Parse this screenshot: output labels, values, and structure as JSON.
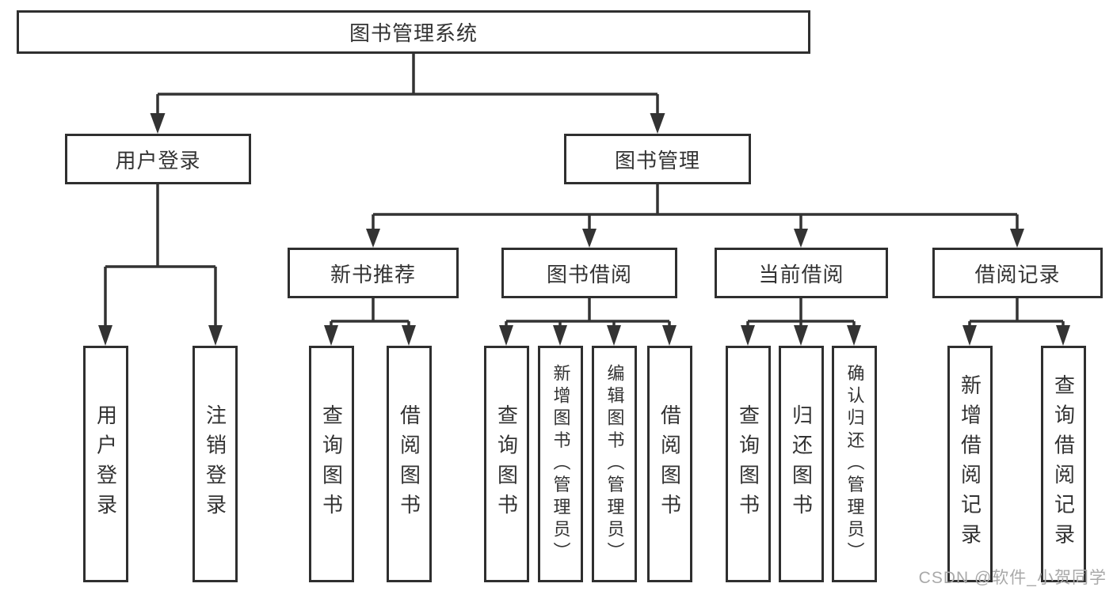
{
  "title": "图书管理系统",
  "watermark": {
    "text": "CSDN @软件_小贺同学"
  },
  "colors": {
    "background": "#ffffff",
    "box_border": "#2f2f2f",
    "connector_line": "#333333",
    "text": "#333333",
    "watermark": "#a9a9a9"
  },
  "diagram_type": "hierarchy-tree",
  "nodes": {
    "root": {
      "label": "图书管理系统"
    },
    "level2": [
      {
        "label": "用户登录",
        "parent": "图书管理系统"
      },
      {
        "label": "图书管理",
        "parent": "图书管理系统"
      }
    ],
    "level3": [
      {
        "label": "新书推荐",
        "parent": "图书管理"
      },
      {
        "label": "图书借阅",
        "parent": "图书管理"
      },
      {
        "label": "当前借阅",
        "parent": "图书管理"
      },
      {
        "label": "借阅记录",
        "parent": "图书管理"
      }
    ],
    "leaves": [
      {
        "label": "用户登录",
        "parent": "用户登录"
      },
      {
        "label": "注销登录",
        "parent": "用户登录"
      },
      {
        "label": "查询图书",
        "parent": "新书推荐"
      },
      {
        "label": "借阅图书",
        "parent": "新书推荐"
      },
      {
        "label": "查询图书",
        "parent": "图书借阅"
      },
      {
        "label": "新增图书（管理员）",
        "parent": "图书借阅"
      },
      {
        "label": "编辑图书（管理员）",
        "parent": "图书借阅"
      },
      {
        "label": "借阅图书",
        "parent": "图书借阅"
      },
      {
        "label": "查询图书",
        "parent": "当前借阅"
      },
      {
        "label": "归还图书",
        "parent": "当前借阅"
      },
      {
        "label": "确认归还（管理员）",
        "parent": "当前借阅"
      },
      {
        "label": "新增借阅记录",
        "parent": "借阅记录"
      },
      {
        "label": "查询借阅记录",
        "parent": "借阅记录"
      }
    ]
  }
}
